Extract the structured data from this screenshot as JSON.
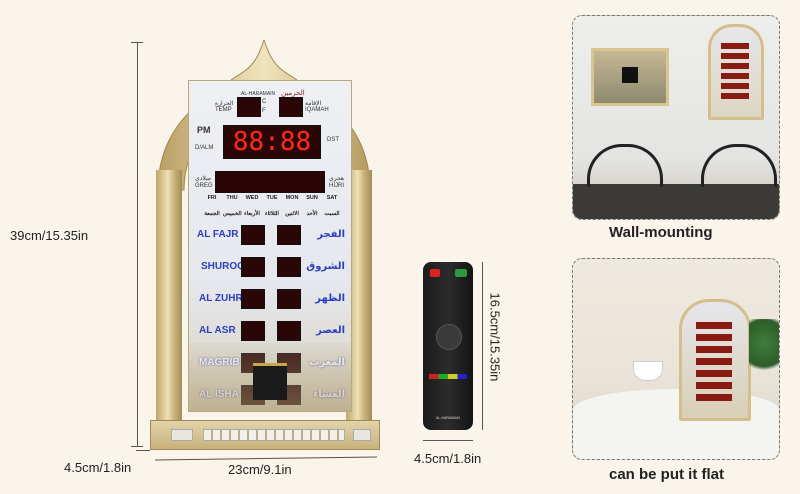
{
  "dimensions": {
    "height": "39cm/15.35in",
    "width": "23cm/9.1in",
    "depth": "4.5cm/1.8in",
    "remote_height": "16.5cm/15.35in",
    "remote_width": "4.5cm/1.8in"
  },
  "clock": {
    "brand": "AL-HARAMAIN",
    "brand_ar": "الحرمين",
    "temp_label": "TEMP",
    "temp_ar": "الحرارة",
    "iqamah_label": "IQAMAH",
    "iqamah_ar": "الإقامة",
    "pm_label": "PM",
    "dst_label": "DST",
    "alarm_label": "D/ALM",
    "greg_label": "GREG",
    "greg_ar": "ميلادي",
    "hijri_label": "HIJRI",
    "hijri_ar": "هجري",
    "c_label": "C",
    "f_label": "F",
    "days": [
      "FRI",
      "THU",
      "WED",
      "TUE",
      "MON",
      "SUN",
      "SAT"
    ],
    "days_ar": [
      "الجمعة",
      "الخميس",
      "الأربعاء",
      "الثلاثاء",
      "الاثنين",
      "الأحد",
      "السبت"
    ],
    "prayers": [
      {
        "en": "AL FAJR",
        "ar": "الفجر"
      },
      {
        "en": "SHUROQ",
        "ar": "الشروق"
      },
      {
        "en": "AL ZUHR",
        "ar": "الظهر"
      },
      {
        "en": "AL ASR",
        "ar": "العصر"
      },
      {
        "en": "MAGRIB",
        "ar": "المغرب"
      },
      {
        "en": "AL ISHA",
        "ar": "العشاء"
      }
    ]
  },
  "remote": {
    "brand": "AL-HARAMAIN"
  },
  "captions": {
    "wall": "Wall-mounting",
    "flat": "can be put it flat"
  },
  "colors": {
    "led": "#ff2a1a",
    "prayer_text": "#2b3fbf",
    "gold": "#d9c48f",
    "background": "#fbf4ea"
  }
}
